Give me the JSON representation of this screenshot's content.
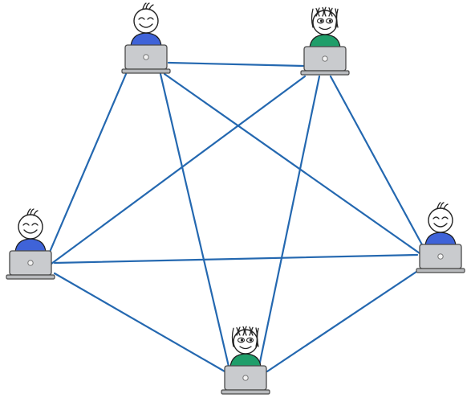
{
  "colors": {
    "edge": "#2468b0",
    "shirt_blue": "#3f63d8",
    "shirt_green": "#1f9e6a",
    "laptop": "#c9cbce"
  },
  "nodes": [
    {
      "id": "user-top-left",
      "shirt": "blue",
      "face": "smiling-closed-eyes",
      "hair": "short"
    },
    {
      "id": "user-top-right",
      "shirt": "green",
      "face": "open-eyes",
      "hair": "long"
    },
    {
      "id": "user-left",
      "shirt": "blue",
      "face": "smiling-closed-eyes",
      "hair": "short"
    },
    {
      "id": "user-right",
      "shirt": "blue",
      "face": "smiling-closed-eyes",
      "hair": "short"
    },
    {
      "id": "user-bottom",
      "shirt": "green",
      "face": "open-eyes",
      "hair": "long"
    }
  ],
  "edges": [
    [
      "user-top-left",
      "user-top-right"
    ],
    [
      "user-top-left",
      "user-left"
    ],
    [
      "user-top-left",
      "user-right"
    ],
    [
      "user-top-left",
      "user-bottom"
    ],
    [
      "user-top-right",
      "user-left"
    ],
    [
      "user-top-right",
      "user-right"
    ],
    [
      "user-top-right",
      "user-bottom"
    ],
    [
      "user-left",
      "user-right"
    ],
    [
      "user-left",
      "user-bottom"
    ],
    [
      "user-right",
      "user-bottom"
    ]
  ]
}
